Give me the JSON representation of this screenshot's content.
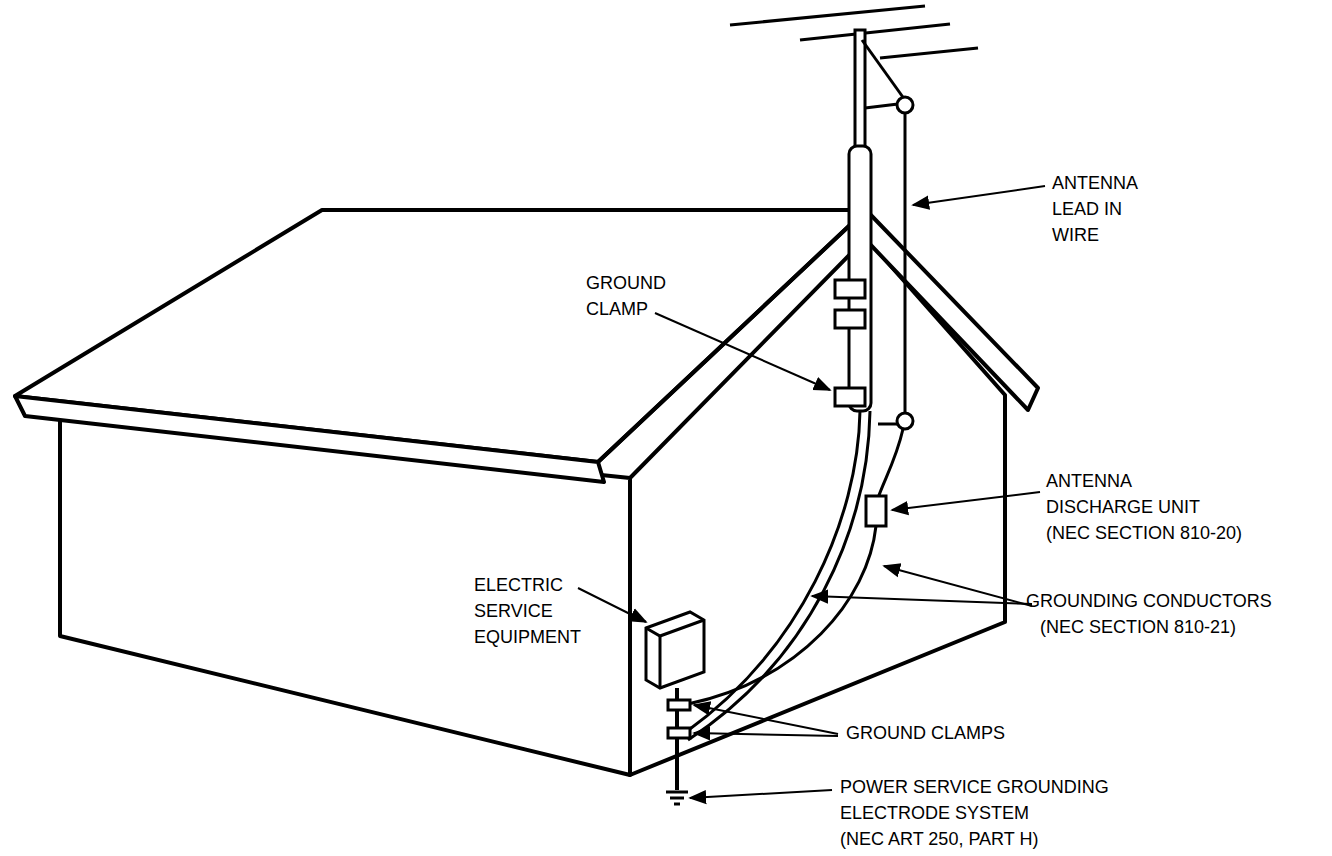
{
  "diagram": {
    "labels": [
      "ANTENNA LEAD IN WIRE",
      "GROUND CLAMP",
      "ANTENNA DISCHARGE UNIT",
      "(NEC SECTION 810-20)",
      "ELECTRIC SERVICE EQUIPMENT",
      "GROUNDING CONDUCTORS",
      "(NEC SECTION 810-21)",
      "GROUND CLAMPS",
      "POWER SERVICE GROUNDING ELECTRODE SYSTEM",
      "(NEC ART 250, PART H)"
    ]
  }
}
